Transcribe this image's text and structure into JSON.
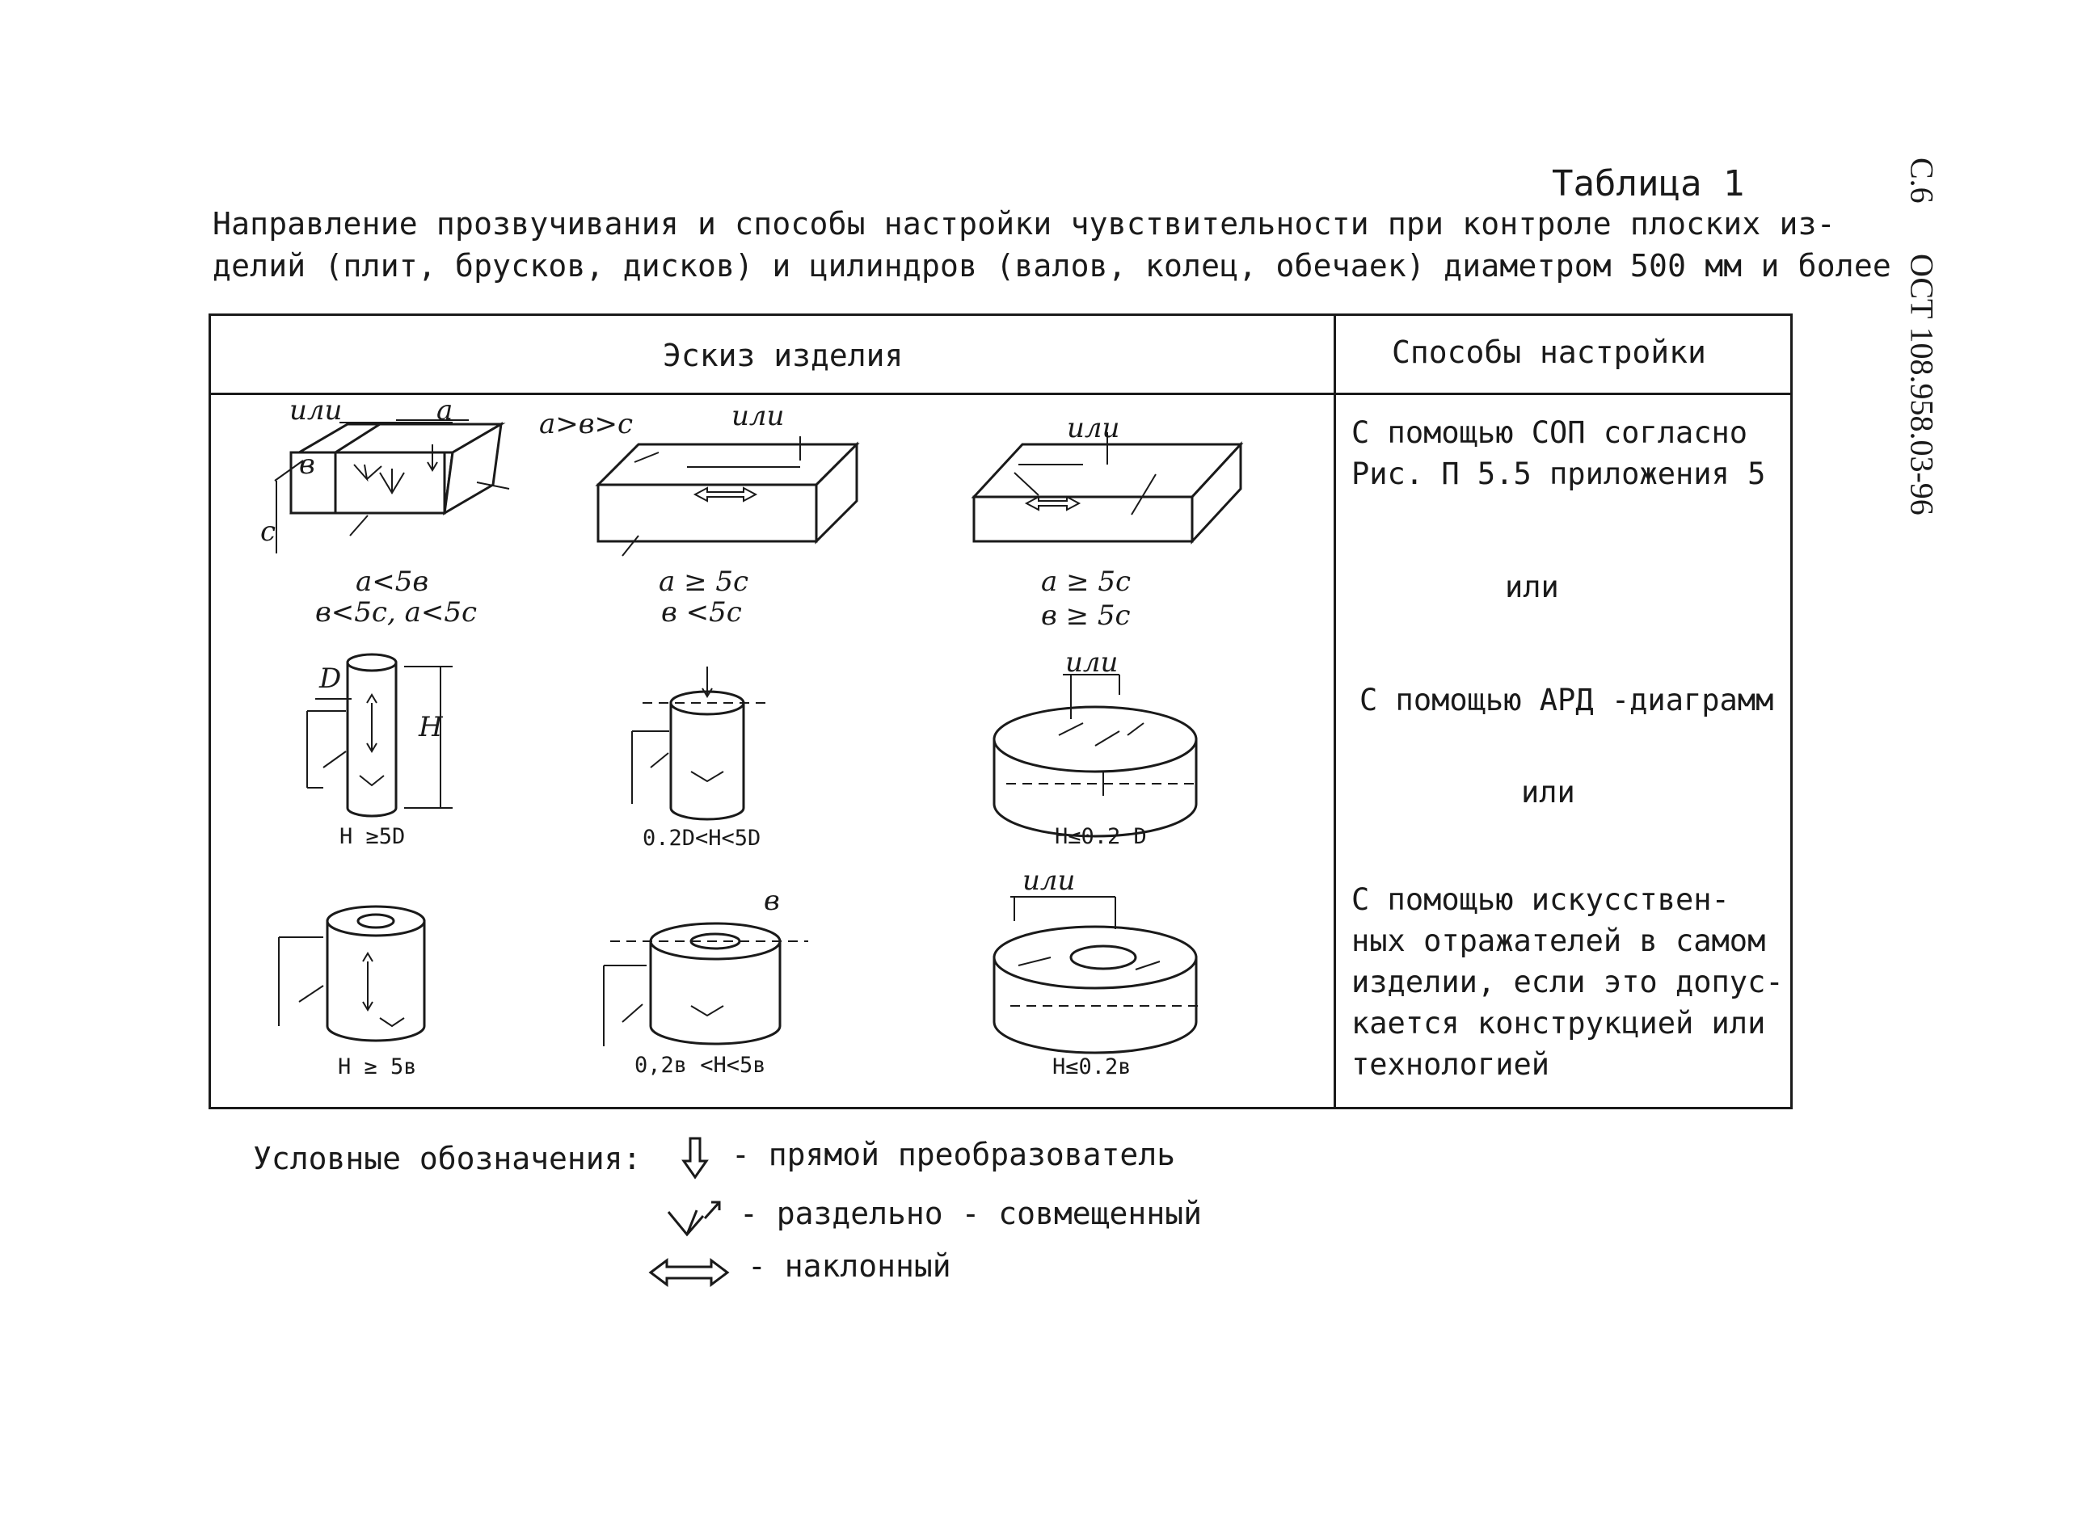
{
  "page": {
    "number": "С.6",
    "standard": "ОСТ 108.958.03-96"
  },
  "table": {
    "number": "Таблица 1",
    "caption_line1": "Направление прозвучивания и способы настройки чувствительности при контроле плоских из-",
    "caption_line2": "делий (плит, брусков, дисков) и цилиндров (валов, колец, обечаек) диаметром 500 мм и более",
    "headers": {
      "sketch": "Эскиз изделия",
      "methods": "Способы настройки"
    },
    "sketch_rows": [
      {
        "items": [
          {
            "cond1": "a<5в",
            "cond2": "в<5c, a<5c"
          },
          {
            "cond1": "a ≥ 5c",
            "cond2": "в <5c"
          },
          {
            "cond1": "a ≥ 5c",
            "cond2": "в ≥ 5c"
          }
        ]
      },
      {
        "items": [
          {
            "cond1": "H ≥5D"
          },
          {
            "cond1": "0.2D<H<5D"
          },
          {
            "cond1": "H≤0.2 D"
          }
        ]
      },
      {
        "items": [
          {
            "cond1": "H ≥ 5в"
          },
          {
            "cond1": "0,2в <H<5в"
          },
          {
            "cond1": "H≤0.2в"
          }
        ]
      }
    ],
    "sketch_labels": {
      "ili": "или",
      "a": "a",
      "b": "в",
      "c": "c",
      "D": "D",
      "H": "H",
      "abc": "a>в>c"
    },
    "methods": {
      "m1_line1": "С помощью СОП согласно",
      "m1_line2": "Рис. П 5.5 приложения 5",
      "or1": "или",
      "m2": "С помощью АРД -диаграмм",
      "or2": "или",
      "m3_line1": "С помощью искусствен-",
      "m3_line2": "ных отражателей в самом",
      "m3_line3": "изделии, если это допус-",
      "m3_line4": "кается конструкцией или",
      "m3_line5": "технологией"
    }
  },
  "legend": {
    "title": "Условные обозначения:",
    "items": [
      {
        "icon": "straight-probe-icon",
        "text": "- прямой преобразователь"
      },
      {
        "icon": "dual-probe-icon",
        "text": "- раздельно - совмещенный"
      },
      {
        "icon": "angle-probe-icon",
        "text": "- наклонный"
      }
    ]
  }
}
